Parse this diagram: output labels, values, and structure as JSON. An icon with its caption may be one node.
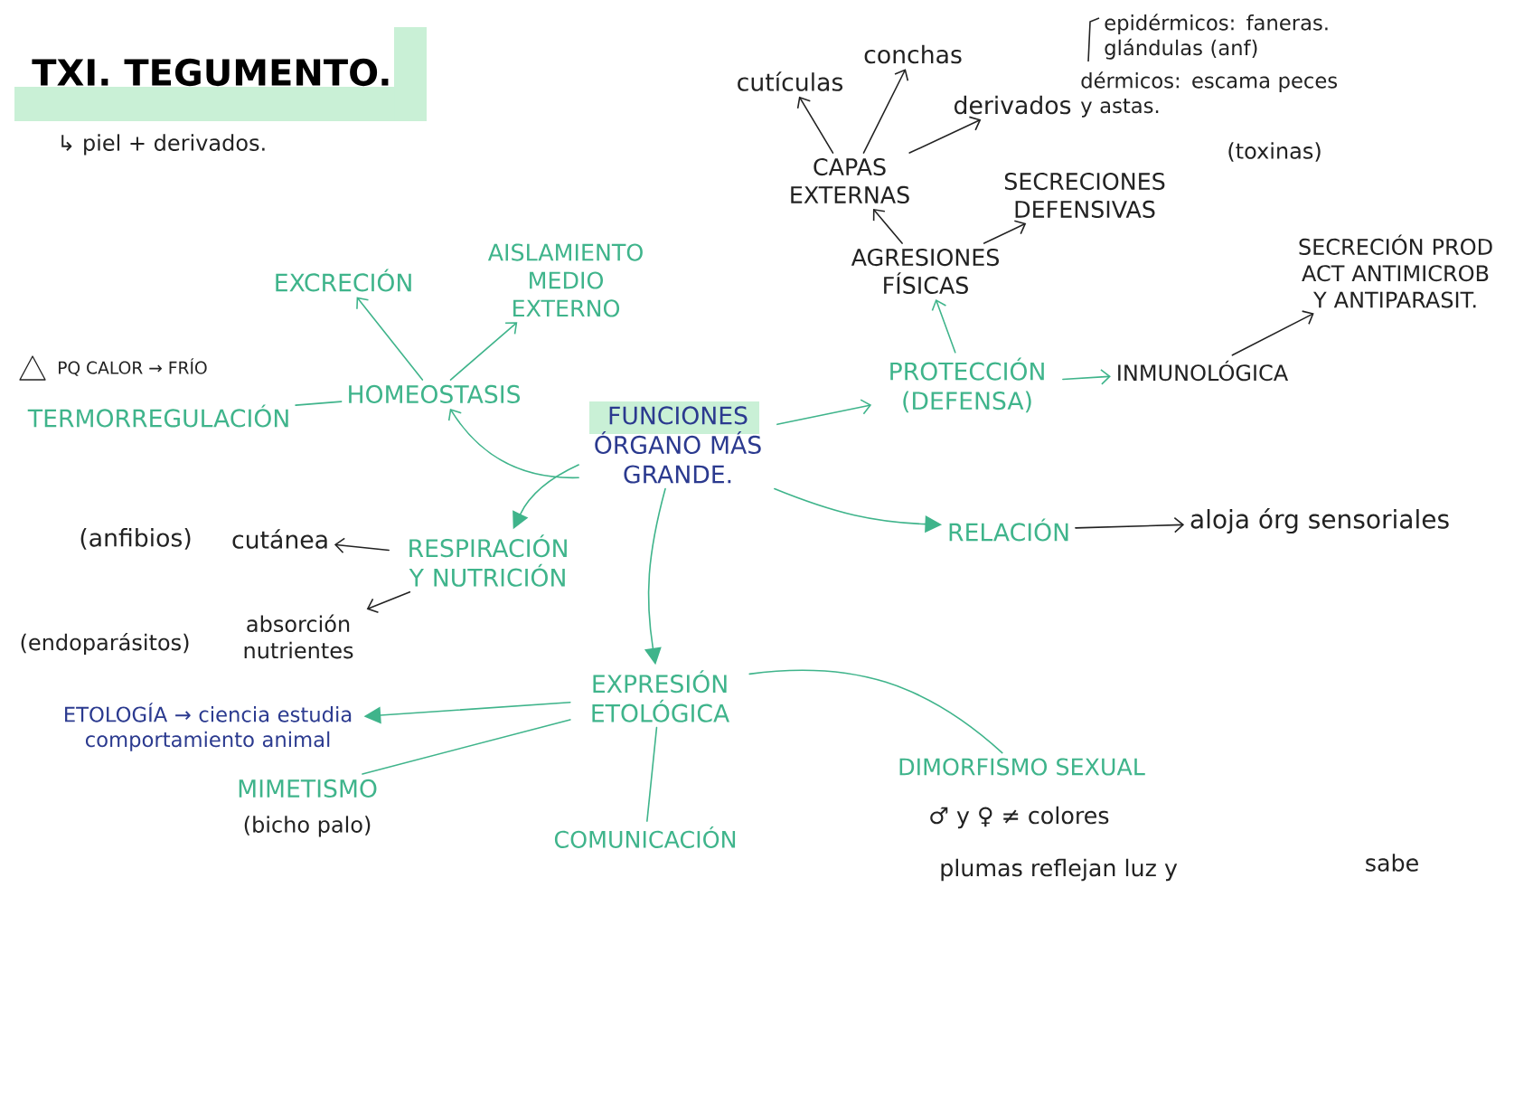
{
  "diagram": {
    "title": "TXI. TEGUMENTO.",
    "nodes": [
      {
        "text": [
          "FUNCIONES",
          "ÓRGANO MÁS GRANDE."
        ]
      },
      {
        "text": [
          "HOMEOSTASIS"
        ]
      },
      {
        "text": [
          "EXCRECIÓN"
        ]
      },
      {
        "text": [
          "AISLAMIENTO MEDIO EXTERNO"
        ]
      },
      {
        "text": [
          "TERMORREGULACIÓN"
        ],
        "beside": [
          "PQ CALOR → FRÍO"
        ]
      },
      {
        "text": [
          "PROTECCIÓN (DEFENSA)"
        ]
      },
      {
        "text": [
          "AGRESIONES FÍSICAS"
        ]
      },
      {
        "text": [
          "CAPAS EXTERNAS"
        ]
      },
      {
        "text": [
          "cutículas"
        ]
      },
      {
        "text": [
          "conchas"
        ]
      },
      {
        "text": [
          "derivados"
        ]
      },
      {
        "text": [
          "SECRECIONES DEFENSIVAS"
        ],
        "beside": [
          "(toxinas)"
        ]
      },
      {
        "text": [
          "INMUNOLÓGICA"
        ]
      },
      {
        "text": [
          "SECRECIÓN PROD ACT ANTIMICROB Y ANTIPARASIT."
        ]
      },
      {
        "text": [
          "RESPIRACIÓN Y NUTRICIÓN"
        ]
      },
      {
        "text": [
          "cutánea"
        ],
        "beside": [
          "(anfibios)"
        ]
      },
      {
        "text": [
          "absorción nutrientes"
        ],
        "beside": [
          "(endoparásitos)"
        ]
      },
      {
        "text": [
          "RELACIÓN"
        ]
      },
      {
        "text": [
          "aloja órg sensoriales"
        ]
      },
      {
        "text": [
          "EXPRESIÓN ETOLÓGICA"
        ]
      },
      {
        "text": [
          "ETOLOGÍA → ciencia estudia comportamiento animal"
        ]
      },
      {
        "text": [
          "MIMETISMO"
        ],
        "beside": [
          "(bicho palo)"
        ]
      },
      {
        "text": [
          "COMUNICACIÓN"
        ]
      },
      {
        "text": [
          "DIMORFISMO SEXUAL"
        ],
        "beside": [
          "♂ y ♀ ≠ colores",
          "plumas reflejan luz y"
        ]
      }
    ],
    "edges": [
      {
        "from": 0,
        "to": 1,
        "arrow": "to"
      },
      {
        "from": 1,
        "to": 2,
        "arrow": "to"
      },
      {
        "from": 1,
        "to": 3,
        "arrow": "to"
      },
      {
        "from": 1,
        "to": 4,
        "arrow": "none"
      },
      {
        "from": 0,
        "to": 5,
        "arrow": "to"
      },
      {
        "from": 5,
        "to": 6,
        "arrow": "to"
      },
      {
        "from": 6,
        "to": 7,
        "arrow": "to",
        "color": "#222222"
      },
      {
        "from": 6,
        "to": 11,
        "arrow": "to",
        "color": "#222222"
      },
      {
        "from": 7,
        "to": 8,
        "arrow": "to",
        "color": "#222222"
      },
      {
        "from": 7,
        "to": 9,
        "arrow": "to",
        "color": "#222222"
      },
      {
        "from": 7,
        "to": 10,
        "arrow": "to",
        "color": "#222222"
      },
      {
        "from": 5,
        "to": 12,
        "arrow": "to"
      },
      {
        "from": 12,
        "to": 13,
        "arrow": "to",
        "color": "#222222"
      },
      {
        "from": 0,
        "to": 14,
        "arrow": "to"
      },
      {
        "from": 14,
        "to": 15,
        "arrow": "to",
        "color": "#222222"
      },
      {
        "from": 14,
        "to": 16,
        "arrow": "to",
        "color": "#222222"
      },
      {
        "from": 0,
        "to": 17,
        "arrow": "to"
      },
      {
        "from": 17,
        "to": 18,
        "arrow": "to",
        "color": "#222222"
      },
      {
        "from": 0,
        "to": 19,
        "arrow": "to"
      },
      {
        "from": 19,
        "to": 20,
        "arrow": "to"
      },
      {
        "from": 19,
        "to": 21,
        "arrow": "none"
      },
      {
        "from": 19,
        "to": 22,
        "arrow": "none"
      },
      {
        "from": 19,
        "to": 23,
        "arrow": "none"
      }
    ],
    "labels": [
      "↳ piel + derivados.",
      "epidérmicos: faneras. glándulas (anf)",
      "dérmicos: escama peces y astas.",
      "sabe"
    ]
  }
}
